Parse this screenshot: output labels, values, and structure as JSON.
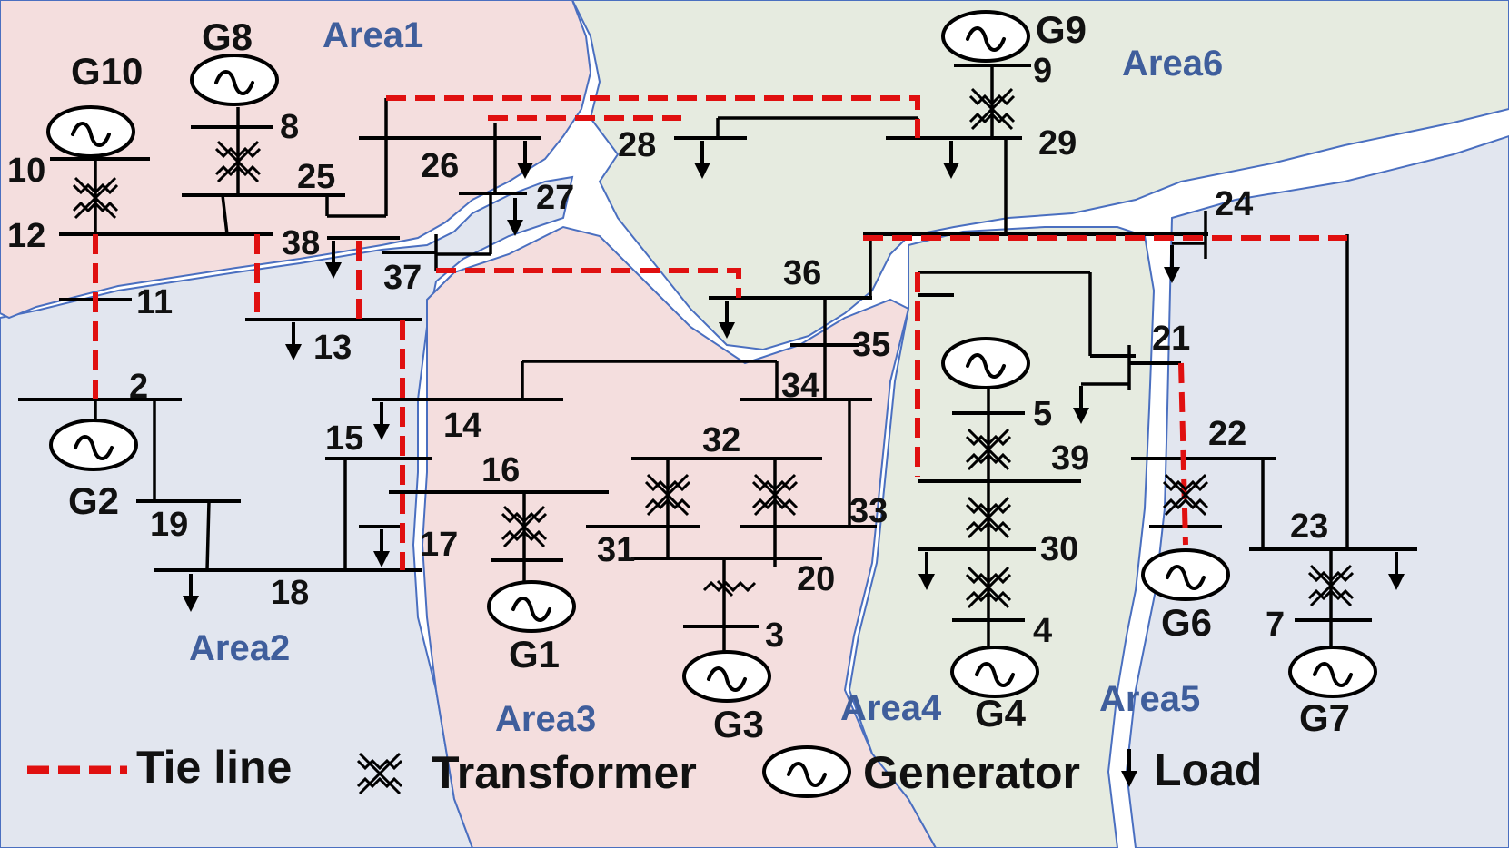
{
  "areas": [
    "Area1",
    "Area2",
    "Area3",
    "Area4",
    "Area5",
    "Area6"
  ],
  "buses": [
    "2",
    "3",
    "4",
    "5",
    "7",
    "8",
    "9",
    "10",
    "11",
    "12",
    "13",
    "14",
    "15",
    "16",
    "17",
    "18",
    "19",
    "20",
    "21",
    "22",
    "23",
    "24",
    "25",
    "26",
    "27",
    "28",
    "29",
    "30",
    "31",
    "32",
    "33",
    "34",
    "35",
    "36",
    "37",
    "38",
    "39"
  ],
  "generators": [
    "G1",
    "G2",
    "G3",
    "G4",
    "G6",
    "G7",
    "G8",
    "G9",
    "G10"
  ],
  "legend": {
    "tie_line": "Tie line",
    "transformer": "Transformer",
    "generator": "Generator",
    "load": "Load"
  },
  "colors": {
    "tie_line": "#e01010",
    "area_label": "#3f5e9c",
    "area1_fill": "#f4dede",
    "area2_fill": "#e2e6ef",
    "area3_fill": "#f4dede",
    "area4_fill": "#e6ebe0",
    "area5_fill": "#e2e6ef",
    "area6_fill": "#e6ebe0"
  }
}
